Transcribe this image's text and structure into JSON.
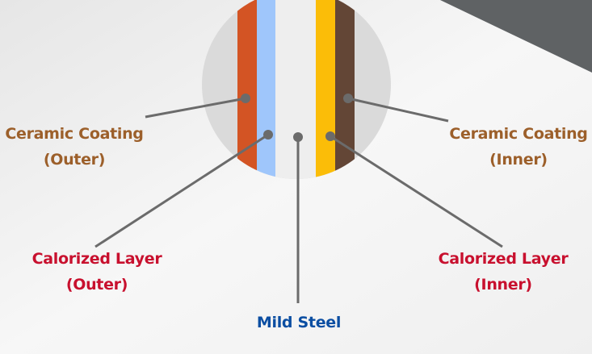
{
  "colors": {
    "ceramic_outer": "#d35424",
    "calorized_outer": "#9fc6fb",
    "mild_steel": "#eeeeee",
    "calorized_inner": "#fbbd08",
    "ceramic_inner": "#634636",
    "ceramic_label": "#9c5f2a",
    "calorized_label": "#c8102e",
    "steel_label": "#0b4ea2"
  },
  "labels": {
    "ceramic_outer": {
      "line1": "Ceramic Coating",
      "line2": "(Outer)"
    },
    "ceramic_inner": {
      "line1": "Ceramic Coating",
      "line2": "(Inner)"
    },
    "calorized_outer": {
      "line1": "Calorized Layer",
      "line2": "(Outer)"
    },
    "calorized_inner": {
      "line1": "Calorized Layer",
      "line2": "(Inner)"
    },
    "mild_steel": {
      "line1": "Mild Steel"
    }
  }
}
